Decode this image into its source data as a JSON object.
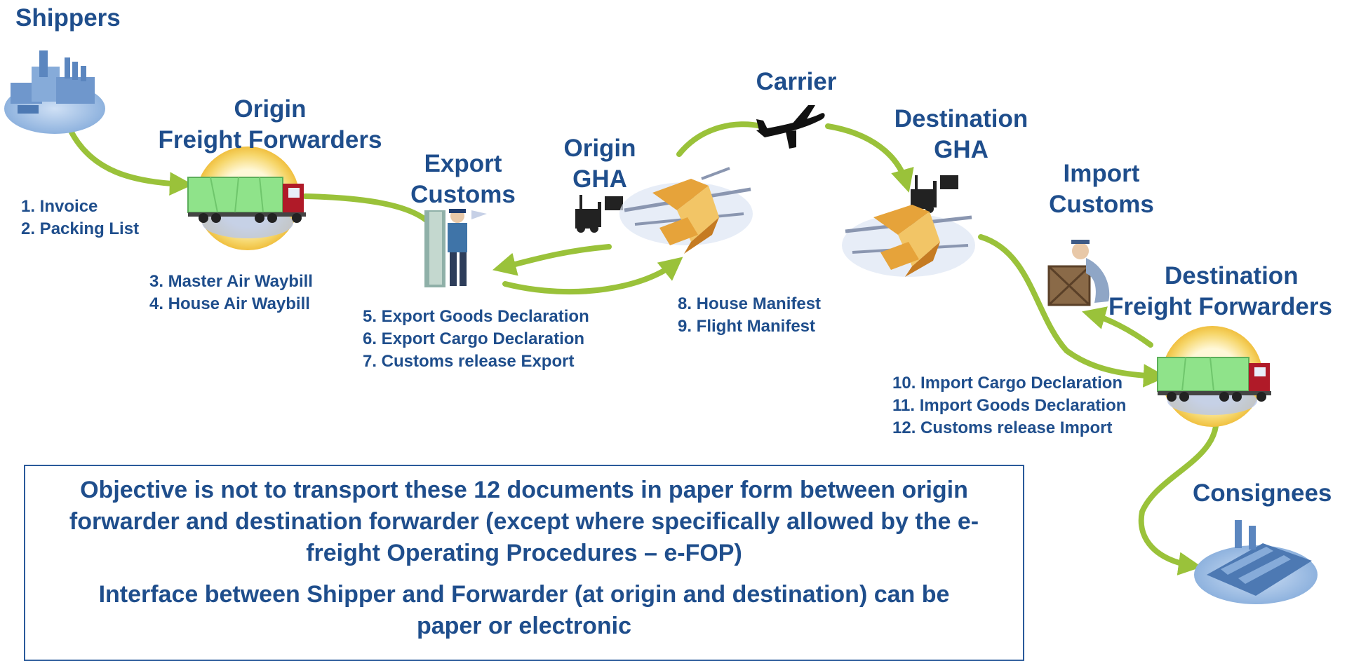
{
  "nodes": {
    "shippers": "Shippers",
    "origin_ff": [
      "Origin",
      "Freight Forwarders"
    ],
    "export_customs": [
      "Export",
      "Customs"
    ],
    "origin_gha": [
      "Origin",
      "GHA"
    ],
    "carrier": "Carrier",
    "destination_gha": [
      "Destination",
      "GHA"
    ],
    "import_customs": [
      "Import",
      "Customs"
    ],
    "destination_ff": [
      "Destination",
      "Freight Forwarders"
    ],
    "consignees": "Consignees"
  },
  "documents": {
    "shipper_docs": [
      "1. Invoice",
      "2. Packing List"
    ],
    "waybills": [
      "3.  Master Air Waybill",
      "4.  House Air Waybill"
    ],
    "export_docs": [
      "5. Export Goods Declaration",
      "6. Export Cargo Declaration",
      "7. Customs release Export"
    ],
    "manifests": [
      "8.  House Manifest",
      "9.  Flight Manifest"
    ],
    "import_docs": [
      "10. Import Cargo Declaration",
      "11. Import Goods Declaration",
      "12. Customs release Import"
    ]
  },
  "note": {
    "paragraph1": "Objective is not to transport these 12 documents in paper form between origin forwarder and destination forwarder (except where specifically allowed by the e-freight Operating Procedures – e-FOP)",
    "paragraph2": "Interface between Shipper and Forwarder (at origin and destination) can be paper or electronic"
  },
  "colors": {
    "text": "#1f4e8c",
    "arrow": "#9ac23a",
    "truck_body": "#8fe38a",
    "truck_cab": "#b01a28",
    "halo": "#f6d66a",
    "building": "#7fa6d8",
    "airport": "#e6a33a",
    "box_border": "#2a5a9a"
  },
  "icons": [
    "factory-icon",
    "truck-icon",
    "customs-officer-icon",
    "forklift-icon",
    "airport-terminal-icon",
    "airplane-icon",
    "inspector-crate-icon",
    "warehouse-icon"
  ]
}
